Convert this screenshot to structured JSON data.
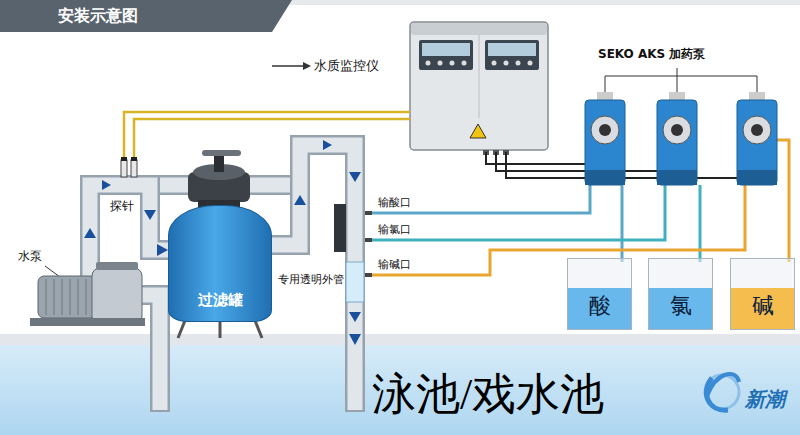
{
  "diagram": {
    "title": "安装示意图",
    "nodes": [
      {
        "text": [
          "过滤罐"
        ]
      },
      {
        "text": [
          "酸"
        ]
      },
      {
        "text": [
          "氯"
        ]
      },
      {
        "text": [
          "碱"
        ]
      },
      {
        "text": [
          "泳池/戏水池"
        ]
      }
    ],
    "edges": [
      {
        "from": 4,
        "to": 0,
        "arrow": "to"
      },
      {
        "from": 0,
        "to": 4,
        "arrow": "to"
      }
    ],
    "labels": [
      "水质监控仪",
      "SEKO AKS 加药泵",
      "探针",
      "水泵",
      "专用透明外管",
      "输酸口",
      "输氯口",
      "输碱口",
      "新潮"
    ]
  }
}
